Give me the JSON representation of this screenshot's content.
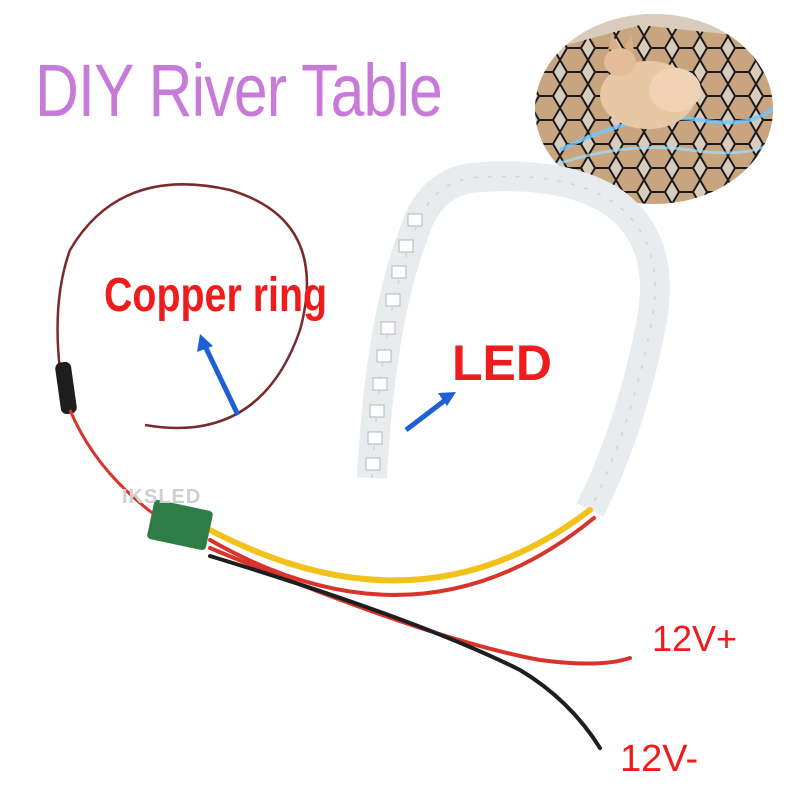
{
  "title": "DIY River Table",
  "labels": {
    "copper_ring": "Copper ring",
    "led": "LED",
    "v_plus": "12V+",
    "v_minus": "12V-",
    "brand": "IKSLED"
  },
  "colors": {
    "title": "#c77ad8",
    "label": "#ee1c1c",
    "arrow": "#1f5fd6",
    "wire_red": "#d9342b",
    "wire_black": "#1e1e1e",
    "wire_yellow": "#f2c21a"
  },
  "icons": [
    "up-arrow-icon",
    "right-arrow-icon"
  ]
}
